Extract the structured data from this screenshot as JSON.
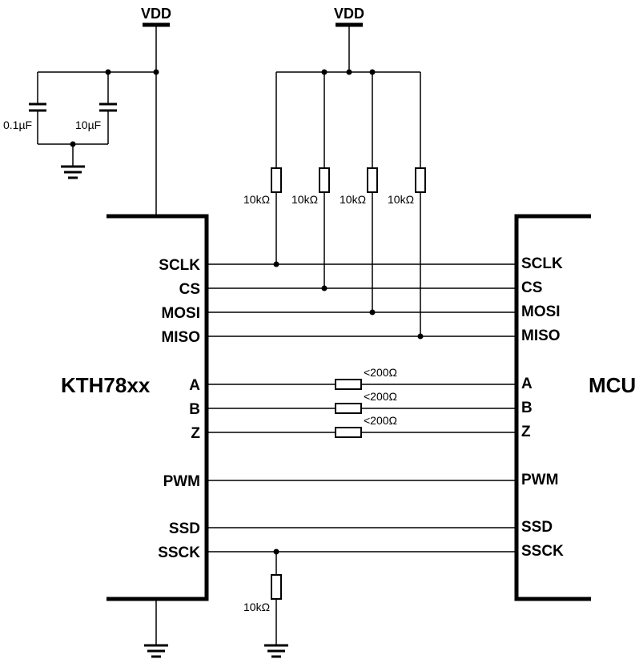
{
  "power": {
    "vdd_left": "VDD",
    "vdd_right": "VDD"
  },
  "decoupling": {
    "cap1": "0.1µF",
    "cap2": "10µF"
  },
  "pullups": {
    "r1": "10kΩ",
    "r2": "10kΩ",
    "r3": "10kΩ",
    "r4": "10kΩ"
  },
  "series_resistors": {
    "a": "<200Ω",
    "b": "<200Ω",
    "z": "<200Ω"
  },
  "pulldown": {
    "r": "10kΩ"
  },
  "left_chip": {
    "name": "KTH78xx",
    "pins": {
      "sclk": "SCLK",
      "cs": "CS",
      "mosi": "MOSI",
      "miso": "MISO",
      "a": "A",
      "b": "B",
      "z": "Z",
      "pwm": "PWM",
      "ssd": "SSD",
      "ssck": "SSCK"
    }
  },
  "right_chip": {
    "name": "MCU",
    "pins": {
      "sclk": "SCLK",
      "cs": "CS",
      "mosi": "MOSI",
      "miso": "MISO",
      "a": "A",
      "b": "B",
      "z": "Z",
      "pwm": "PWM",
      "ssd": "SSD",
      "ssck": "SSCK"
    }
  }
}
